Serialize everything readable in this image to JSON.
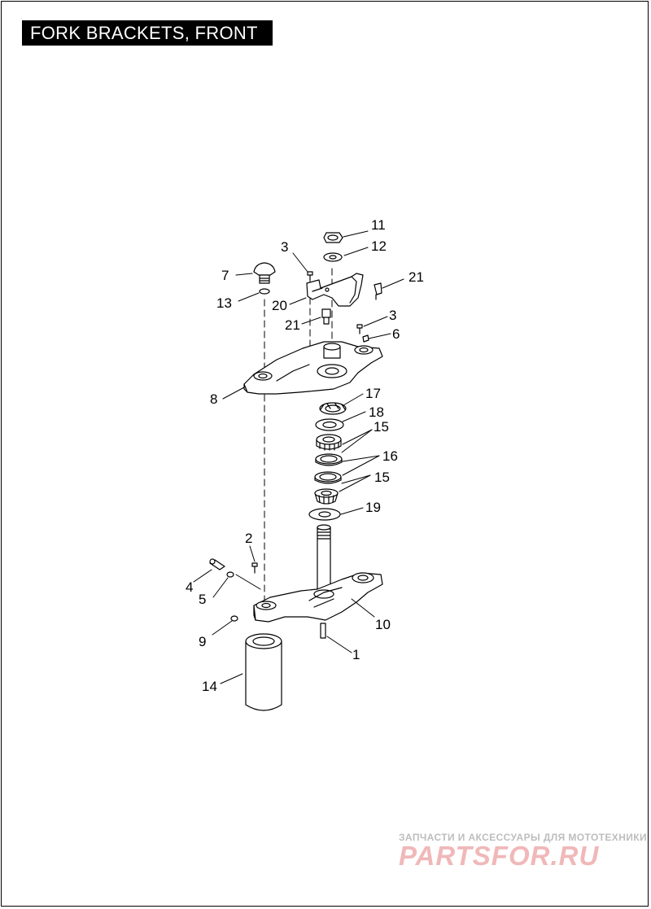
{
  "title": "FORK BRACKETS, FRONT",
  "callouts": [
    "11",
    "12",
    "3",
    "21",
    "7",
    "13",
    "20",
    "21",
    "3",
    "6",
    "8",
    "17",
    "18",
    "15",
    "16",
    "15",
    "19",
    "2",
    "4",
    "5",
    "10",
    "9",
    "1",
    "14"
  ],
  "watermark": {
    "line1": "ЗАПЧАСТИ И АКСЕССУАРЫ ДЛЯ МОТОТЕХНИКИ",
    "line2": "PARTSFOR.RU"
  },
  "colors": {
    "ink": "#000000",
    "paper": "#ffffff",
    "watermark_red": "#f0b8b8",
    "watermark_gray": "#bdbdbd"
  }
}
